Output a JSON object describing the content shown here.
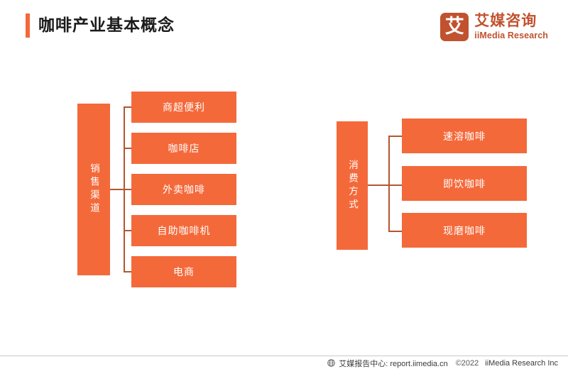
{
  "header": {
    "title": "咖啡产业基本概念",
    "accent_color": "#F4693A",
    "logo": {
      "mark_char": "艾",
      "name_cn": "艾媒咨询",
      "name_en": "iiMedia Research",
      "color": "#C1522F"
    }
  },
  "diagram": {
    "node_color": "#F4693A",
    "connector_color": "#B5552F",
    "groups": [
      {
        "id": "sales-channel",
        "trunk_label": "销售渠道",
        "leaves": [
          {
            "label": "商超便利"
          },
          {
            "label": "咖啡店"
          },
          {
            "label": "外卖咖啡"
          },
          {
            "label": "自助咖啡机"
          },
          {
            "label": "电商"
          }
        ]
      },
      {
        "id": "consumption-mode",
        "trunk_label": "消费方式",
        "leaves": [
          {
            "label": "速溶咖啡"
          },
          {
            "label": "即饮咖啡"
          },
          {
            "label": "现磨咖啡"
          }
        ]
      }
    ]
  },
  "footer": {
    "globe_icon": "globe-icon",
    "report_center": "艾媒报告中心: report.iimedia.cn",
    "copyright": "©2022",
    "organization": "iiMedia Research Inc"
  }
}
